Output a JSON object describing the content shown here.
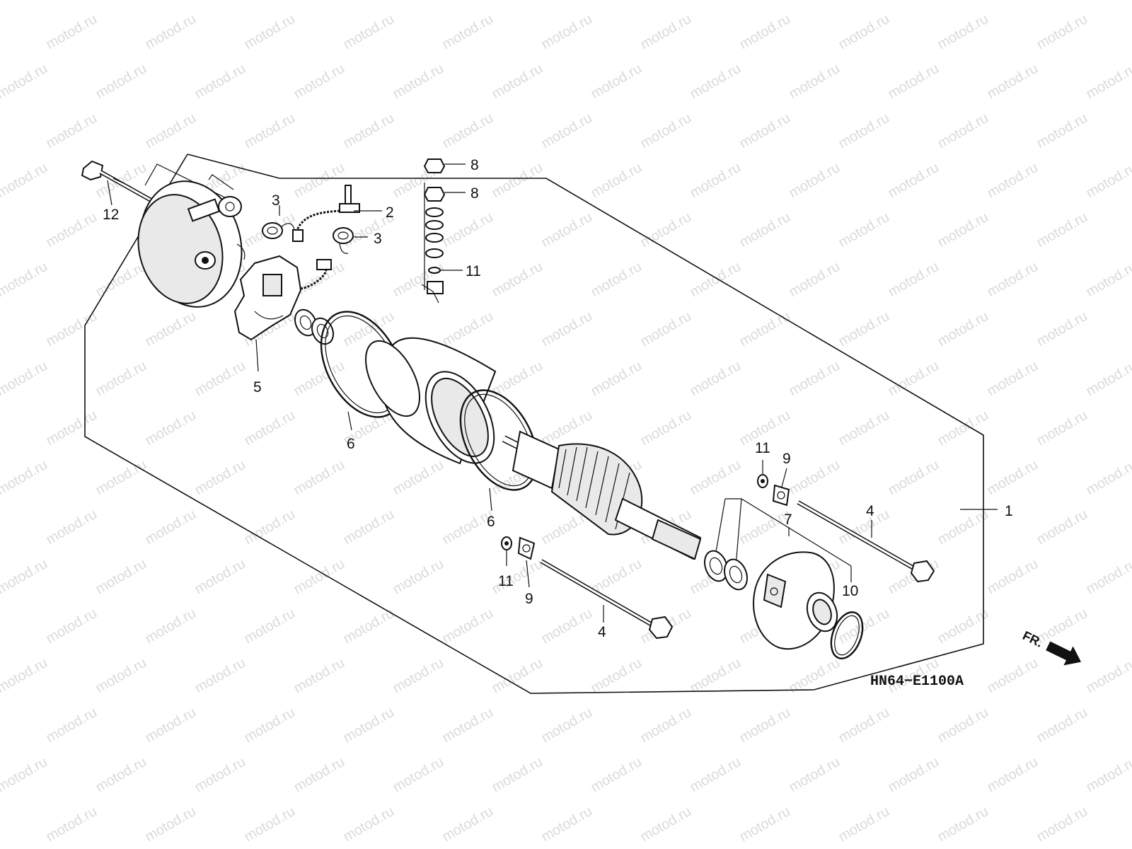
{
  "diagram": {
    "code": "HN64−E1100A",
    "direction_label": "FR.",
    "watermark": "motod.ru",
    "callouts": [
      "1",
      "2",
      "3",
      "3",
      "4",
      "4",
      "5",
      "6",
      "6",
      "7",
      "8",
      "8",
      "9",
      "9",
      "10",
      "11",
      "11",
      "11",
      "12"
    ]
  }
}
